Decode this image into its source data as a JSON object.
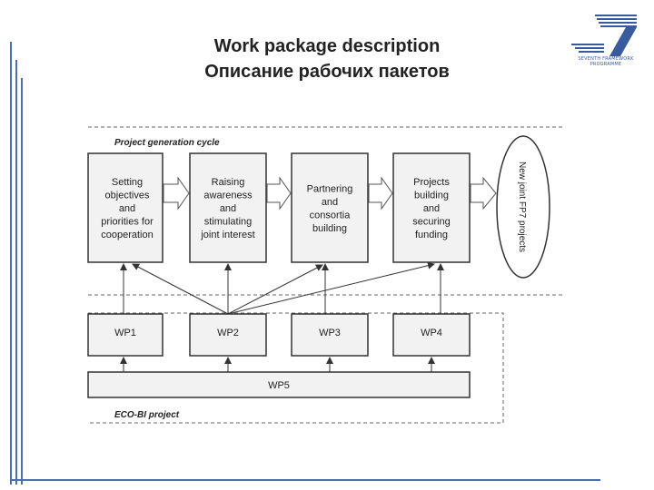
{
  "title": {
    "line1": "Work package description",
    "line2": "Описание рабочих пакетов"
  },
  "logo": {
    "line1": "SEVENTH FRAMEWORK",
    "line2": "PROGRAMME",
    "icon": "fp7-logo-icon"
  },
  "diagram": {
    "cycle_label": "Project generation cycle",
    "stages": [
      [
        "Setting",
        "objectives",
        "and",
        "priorities for",
        "cooperation"
      ],
      [
        "Raising",
        "awareness",
        "and",
        "stimulating",
        "joint interest"
      ],
      [
        "Partnering",
        "and",
        "consortia",
        "building"
      ],
      [
        "Projects",
        "building",
        "and",
        "securing",
        "funding"
      ]
    ],
    "output": "New joint FP7 projects",
    "wps": [
      "WP1",
      "WP2",
      "WP3",
      "WP4"
    ],
    "wp5": "WP5",
    "project_label": "ECO-BI  project"
  },
  "colors": {
    "accent_line": "#4a6fb5",
    "box_fill": "#f2f2f2",
    "box_stroke": "#333333",
    "dash": "#666666"
  }
}
